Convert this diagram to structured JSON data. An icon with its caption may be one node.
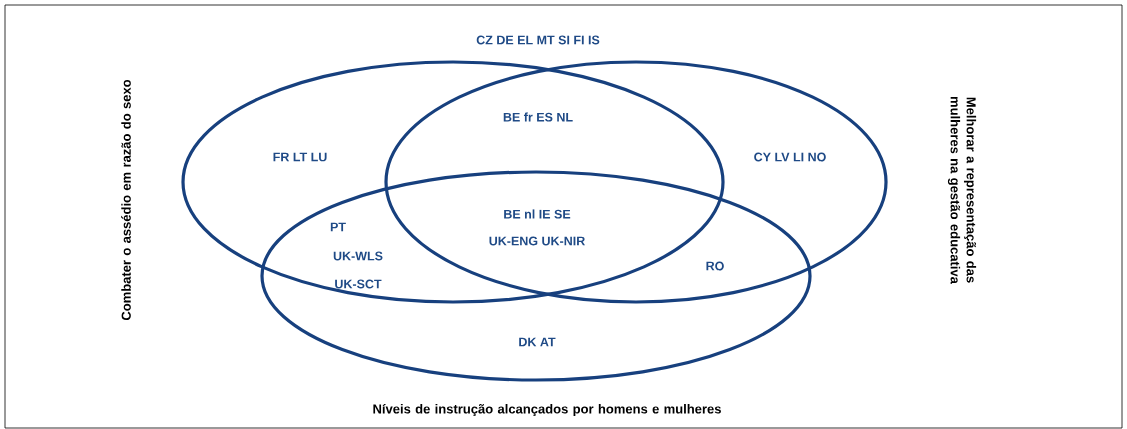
{
  "diagram": {
    "nodes": [
      {
        "text": [
          "Combater o assédio em razão do sexo"
        ]
      },
      {
        "text": [
          "Melhorar a representação das mulheres na gestão educativa"
        ]
      },
      {
        "text": [
          "Níveis de instrução alcançados por homens e mulheres"
        ]
      }
    ],
    "labels": [
      "CZ  DE  EL  MT  SI  FI  IS",
      "BE fr  ES  NL",
      "FR  LT  LU",
      "CY  LV  LI  NO",
      "PT",
      "BE nl  IE  SE",
      "UK-WLS",
      "UK-ENG  UK-NIR",
      "RO",
      "UK-SCT",
      "DK  AT"
    ]
  }
}
